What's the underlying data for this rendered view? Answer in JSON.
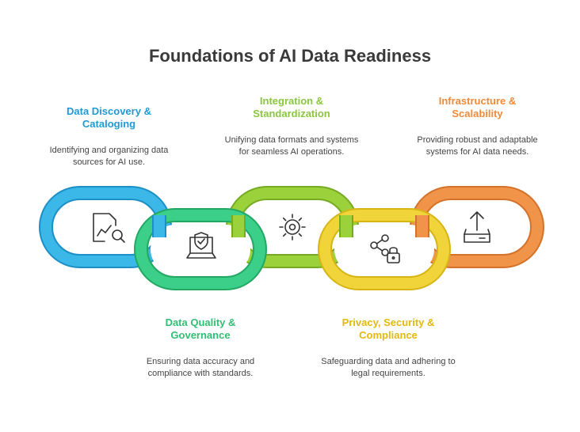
{
  "title": "Foundations of AI Data Readiness",
  "colors": {
    "blue": "#3bb8e8",
    "green": "#3ccf8a",
    "lime": "#9bd13a",
    "yellow": "#f0d43a",
    "orange": "#f0944a",
    "text": "#3a3a3a"
  },
  "items": [
    {
      "title": "Data Discovery & Cataloging",
      "description": "Identifying and organizing data sources for AI use.",
      "icon": "chart-search-icon",
      "color": "#1f9ad6"
    },
    {
      "title": "Data Quality & Governance",
      "description": "Ensuring data accuracy and compliance with standards.",
      "icon": "laptop-shield-icon",
      "color": "#2fbf72"
    },
    {
      "title": "Integration & Standardization",
      "description": "Unifying data formats and systems for seamless AI operations.",
      "icon": "gear-icon",
      "color": "#8cc63f"
    },
    {
      "title": "Privacy, Security & Compliance",
      "description": "Safeguarding data and adhering to legal requirements.",
      "icon": "share-lock-icon",
      "color": "#e3b80f"
    },
    {
      "title": "Infrastructure & Scalability",
      "description": "Providing robust and adaptable systems for AI data needs.",
      "icon": "upload-drive-icon",
      "color": "#ef8a3a"
    }
  ]
}
